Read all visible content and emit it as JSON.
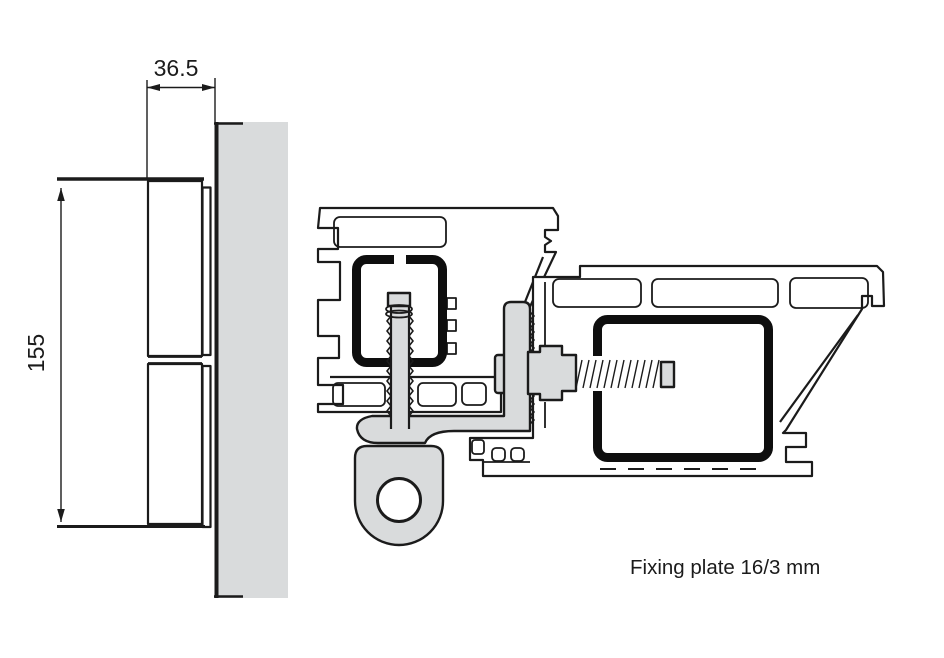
{
  "colors": {
    "line": "#1b1b1b",
    "steel": "#0e0e0e",
    "gray": "#d9dbdc",
    "bg": "#ffffff"
  },
  "diagram": {
    "caption": "Fixing plate 16/3 mm",
    "dimensions": {
      "width_label": "36.5",
      "height_label": "155"
    }
  }
}
